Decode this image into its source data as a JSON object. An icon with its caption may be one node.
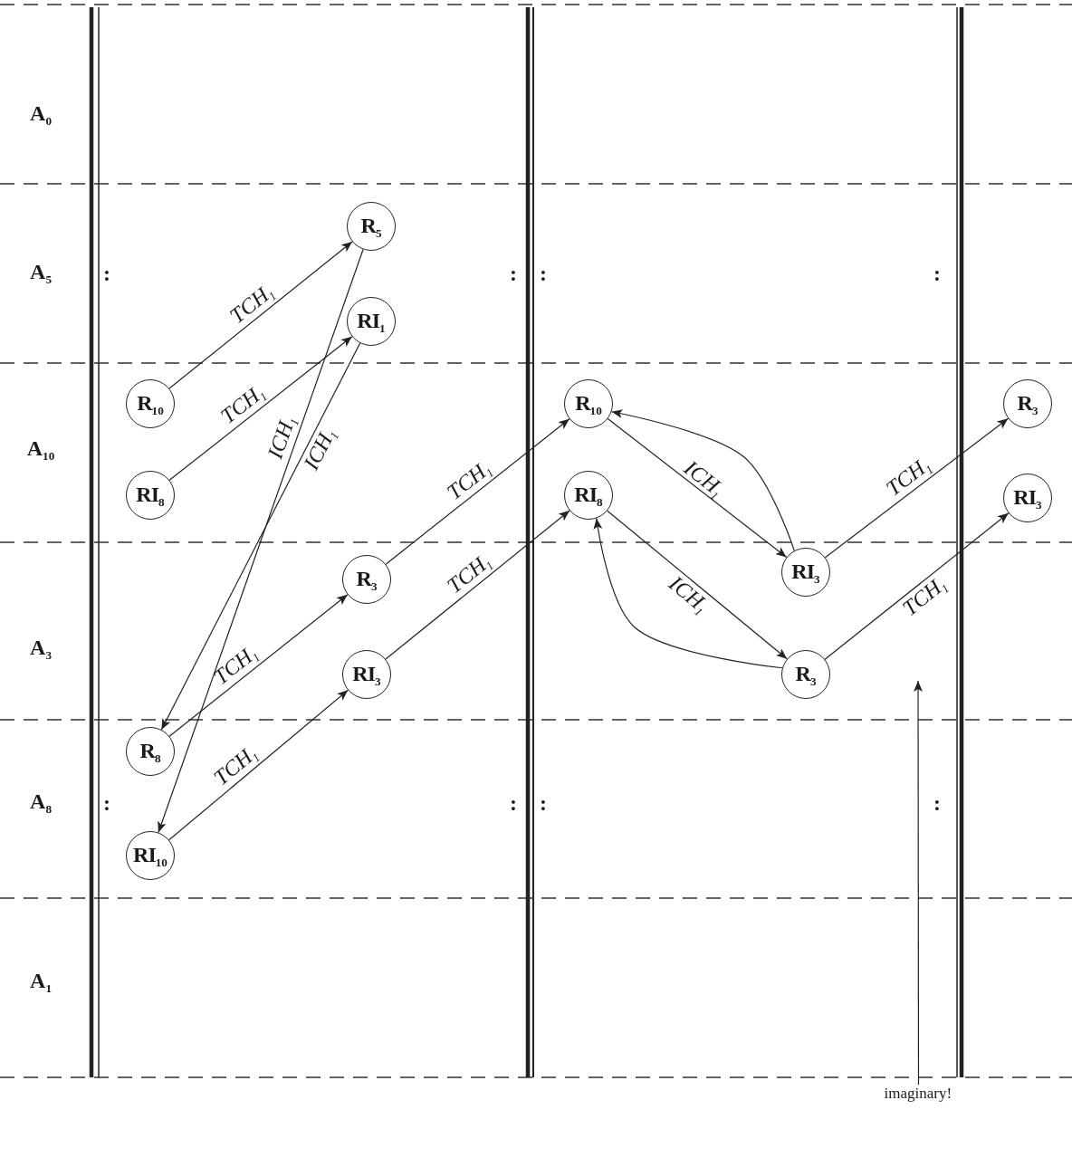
{
  "diagram": {
    "nodes": [
      {
        "text": [
          "R$_{5}$"
        ]
      },
      {
        "text": [
          "RI$_{1}$"
        ]
      },
      {
        "text": [
          "R$_{10}$"
        ]
      },
      {
        "text": [
          "R$_{10}$"
        ]
      },
      {
        "text": [
          "R$_{3}$"
        ]
      },
      {
        "text": [
          "RI$_{8}$"
        ]
      },
      {
        "text": [
          "RI$_{8}$"
        ]
      },
      {
        "text": [
          "RI$_{3}$"
        ]
      },
      {
        "text": [
          "RI$_{3}$"
        ]
      },
      {
        "text": [
          "R$_{3}$"
        ]
      },
      {
        "text": [
          "RI$_{3}$"
        ]
      },
      {
        "text": [
          "R$_{3}$"
        ]
      },
      {
        "text": [
          "R$_{8}$"
        ]
      },
      {
        "text": [
          "RI$_{10}$"
        ]
      },
      {
        "text": [
          "imaginary!"
        ]
      }
    ],
    "edges": [
      {
        "from": 2,
        "to": 0,
        "arrow": "to",
        "label": "TCH$_{1}$"
      },
      {
        "from": 5,
        "to": 1,
        "arrow": "to",
        "label": "TCH$_{1}$"
      },
      {
        "from": 0,
        "to": 13,
        "arrow": "to",
        "label": "ICH$_{1}$"
      },
      {
        "from": 1,
        "to": 12,
        "arrow": "to",
        "label": "ICH$_{1}$"
      },
      {
        "from": 12,
        "to": 9,
        "arrow": "to",
        "label": "TCH$_{1}$"
      },
      {
        "from": 13,
        "to": 10,
        "arrow": "to",
        "label": "TCH$_{1}$"
      },
      {
        "from": 9,
        "to": 3,
        "arrow": "to",
        "label": "TCH$_{1}$"
      },
      {
        "from": 10,
        "to": 6,
        "arrow": "to",
        "label": "TCH$_{1}$"
      },
      {
        "from": 3,
        "to": 8,
        "arrow": "to",
        "label": "ICH$_{1}$"
      },
      {
        "from": 8,
        "to": 3,
        "arrow": "to"
      },
      {
        "from": 6,
        "to": 11,
        "arrow": "to",
        "label": "ICH$_{1}$"
      },
      {
        "from": 11,
        "to": 6,
        "arrow": "to"
      },
      {
        "from": 8,
        "to": 4,
        "arrow": "to",
        "label": "TCH$_{1}$"
      },
      {
        "from": 11,
        "to": 7,
        "arrow": "to",
        "label": "TCH$_{1}$"
      },
      {
        "from": 14,
        "to": null,
        "arrow": "to"
      }
    ],
    "labels": [
      "A$_{0}$",
      "A$_{5}$",
      ":",
      ":",
      ":",
      ":",
      "A$_{10}$",
      "A$_{3}$",
      "A$_{8}$",
      ":",
      ":",
      ":",
      ":",
      "A$_{1}$"
    ]
  }
}
